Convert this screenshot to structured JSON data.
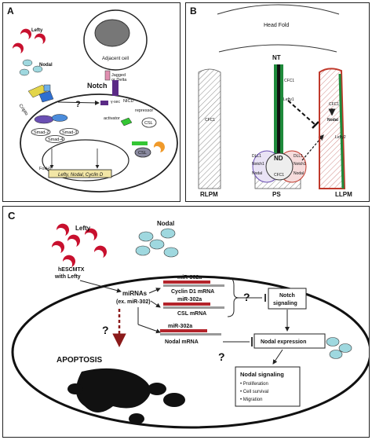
{
  "panelA": {
    "letter": "A",
    "lefty": "Lefty",
    "nodal": "Nodal",
    "adjacent_cell": "Adjacent cell",
    "jagged_or_delta": [
      "Jagged",
      "or Delta"
    ],
    "notch": "Notch",
    "nicd": "NICD",
    "gsec": "γ-sec",
    "question": "?",
    "activator": "activator",
    "repressor": "repressor",
    "csl": "CSL",
    "smad2": "Smad-2",
    "smad3": "Smad-3",
    "smad4": "Smad-4",
    "foxh1": "FoxH1",
    "genes": "Lefty, Nodal, Cyclin D",
    "cripto": "Cripto"
  },
  "panelB": {
    "letter": "B",
    "head_fold": "Head Fold",
    "nt": "NT",
    "cfc1": "CFC1",
    "lefty1": "Lefty1",
    "lefty2": "Lefty2",
    "nodal": "Nodal",
    "dll1": "DLL1",
    "notch1": "Notch1",
    "nd": "ND",
    "rlpm": "RLPM",
    "ps": "PS",
    "llpm": "LLPM"
  },
  "panelC": {
    "letter": "C",
    "lefty": "Lefty",
    "nodal": "Nodal",
    "hescmtx": [
      "hESCMTX",
      "with Lefty"
    ],
    "mirnas": [
      "miRNAs",
      "(ex. miR-302)"
    ],
    "mir302a": "miR-302a",
    "cyclin_mrna": "Cyclin D1 mRNA",
    "csl_mrna": "CSL mRNA",
    "nodal_mrna": "Nodal mRNA",
    "notch_signaling": [
      "Notch",
      "signaling"
    ],
    "nodal_expression": "Nodal expression",
    "nodal_signaling": "Nodal signaling",
    "bullets": [
      "• Proliferation",
      "• Cell survival",
      "• Migration"
    ],
    "apoptosis": "APOPTOSIS",
    "question": "?"
  },
  "colors": {
    "lefty_red": "#c8102e",
    "nodal_blue": "#9fd8df",
    "notch_purple": "#5b2a86",
    "activator_green": "#34c634",
    "csl_gray": "#8a8aa0",
    "smad_purple": "#6a4fb3",
    "mir_red": "#b3242b",
    "mrna_gray": "#9a9a9a",
    "nt_green": "#1f8a3b",
    "llpm_red": "#c0392b"
  }
}
